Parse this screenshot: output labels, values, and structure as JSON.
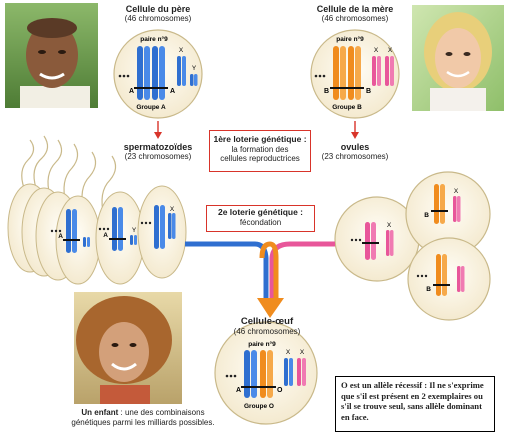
{
  "father": {
    "title": "Cellule du père",
    "count": "(46 chromosomes)",
    "pair": "paire n°9",
    "left": "A",
    "right": "A",
    "group": "Groupe A",
    "x": "X",
    "y": "Y"
  },
  "mother": {
    "title": "Cellule de la mère",
    "count": "(46 chromosomes)",
    "pair": "paire n°9",
    "left": "B",
    "right": "B",
    "group": "Groupe B",
    "x1": "X",
    "x2": "X"
  },
  "sperm": {
    "title": "spermatozoïdes",
    "count": "(23 chromosomes)",
    "a1": "A",
    "a2": "A",
    "y": "Y",
    "x": "X"
  },
  "ova": {
    "title": "ovules",
    "count": "(23 chromosomes)",
    "b1": "B",
    "b2": "B",
    "x1": "X",
    "x2": "X"
  },
  "lottery1": {
    "title": "1ère loterie génétique :",
    "text": "la formation des cellules reproductrices"
  },
  "lottery2": {
    "title": "2e loterie génétique :",
    "text": "fécondation"
  },
  "zygote": {
    "title": "Cellule-œuf",
    "count": "(46 chromosomes)",
    "pair": "paire n°9",
    "left": "A",
    "right": "O",
    "group": "Groupe O",
    "x1": "X",
    "x2": "X"
  },
  "child": {
    "bold": "Un enfant",
    "text": " : une des combinaisons génétiques parmi les milliards possibles."
  },
  "note": {
    "text": "O est un allèle récessif : Il ne s'exprime que s'il est présent en 2 exemplaires ou s'il se trouve seul, sans allèle dominant en face."
  },
  "colors": {
    "blue": "#2f6fd0",
    "orange": "#f08c1e",
    "pink": "#e8569a",
    "arrow_red": "#d8342a",
    "cell_fill": "#fbf5e6"
  }
}
